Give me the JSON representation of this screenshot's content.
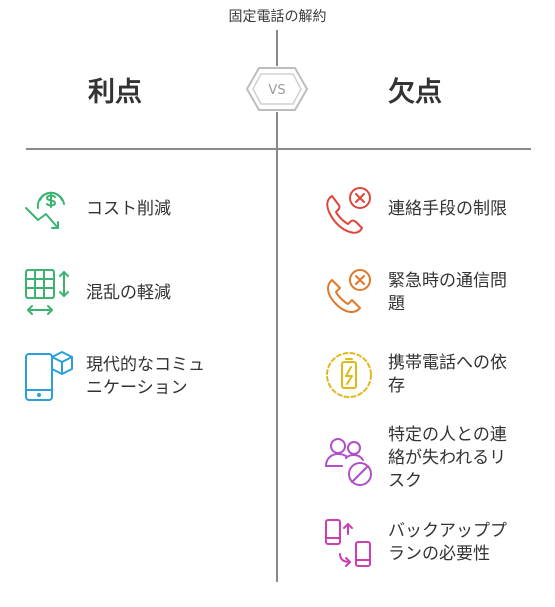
{
  "title": "固定電話の解約",
  "vs_label": "VS",
  "left": {
    "heading": "利点",
    "items": [
      {
        "label": "コスト削減",
        "icon": "dollar-down-icon",
        "color": "#3cb371"
      },
      {
        "label": "混乱の軽減",
        "icon": "table-arrows-icon",
        "color": "#3cb371"
      },
      {
        "label": "現代的なコミュニケーション",
        "line1": "現代的なコミュ",
        "line2": "ニケーション",
        "icon": "phone-cube-icon",
        "color": "#2a9fd8"
      }
    ]
  },
  "right": {
    "heading": "欠点",
    "items": [
      {
        "label": "連絡手段の制限",
        "icon": "phone-x-icon",
        "color": "#e0453a"
      },
      {
        "label": "緊急時の通信問題",
        "line1": "緊急時の通信問",
        "line2": "題",
        "icon": "phone-x-orange-icon",
        "color": "#e07a2a"
      },
      {
        "label": "携帯電話への依存",
        "line1": "携帯電話への依",
        "line2": "存",
        "icon": "battery-icon",
        "color": "#e0b81a"
      },
      {
        "label": "特定の人との連絡が失われるリスク",
        "line1": "特定の人との連",
        "line2": "絡が失われるリ",
        "line3": "スク",
        "icon": "users-block-icon",
        "color": "#b04fc8"
      },
      {
        "label": "バックアッププランの必要性",
        "line1": "バックアッププ",
        "line2": "ランの必要性",
        "icon": "devices-swap-icon",
        "color": "#cc3fb0"
      }
    ]
  }
}
